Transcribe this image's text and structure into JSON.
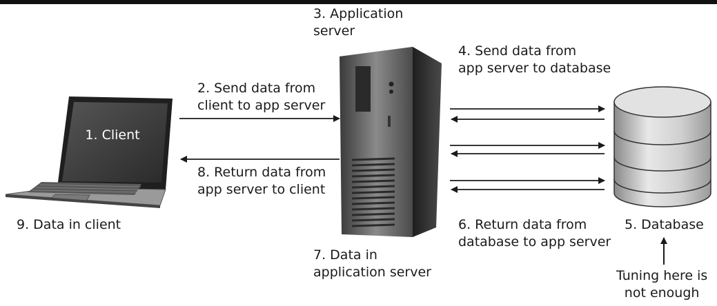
{
  "labels": {
    "app_server": [
      "3. Application",
      "server"
    ],
    "send_client_to_app": [
      "2. Send data from",
      "client to app server"
    ],
    "send_app_to_db": [
      "4. Send data from",
      "app server to database"
    ],
    "client": "1. Client",
    "return_app_to_client": [
      "8. Return data from",
      "app server to client"
    ],
    "data_in_client": "9. Data in client",
    "return_db_to_app": [
      "6. Return data from",
      "database to app server"
    ],
    "database": "5. Database",
    "data_in_app_server": [
      "7. Data in",
      "application server"
    ],
    "tuning_note": [
      "Tuning here is",
      "not enough"
    ]
  },
  "icons": [
    "laptop-icon",
    "tower-server-icon",
    "database-cylinder-icon"
  ],
  "colors": {
    "line": "#1a1a1a",
    "background": "#ffffff"
  }
}
